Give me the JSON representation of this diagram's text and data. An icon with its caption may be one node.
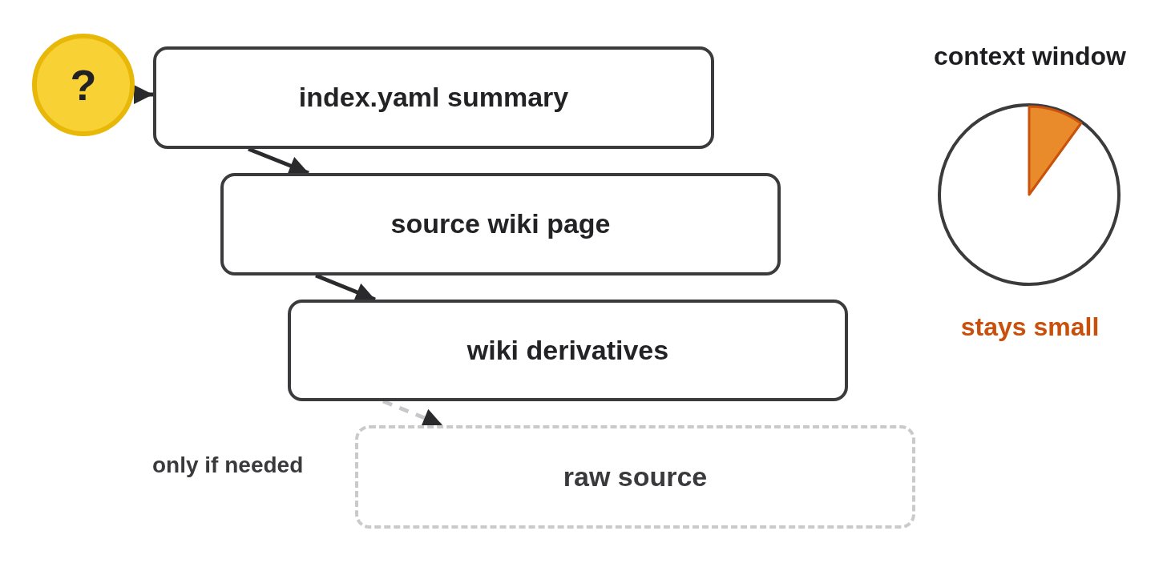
{
  "diagram": {
    "nodes": [
      {
        "text": [
          "?"
        ]
      },
      {
        "text": [
          "index.yaml summary"
        ]
      },
      {
        "text": [
          "source wiki page"
        ]
      },
      {
        "text": [
          "wiki derivatives"
        ]
      },
      {
        "text": [
          "raw source"
        ]
      },
      {
        "text": [
          "context window"
        ],
        "beside": [
          "stays small"
        ]
      }
    ],
    "edges": [
      {
        "from": 0,
        "to": 1,
        "arrow": "to"
      },
      {
        "from": 1,
        "to": 2,
        "arrow": "to"
      },
      {
        "from": 2,
        "to": 3,
        "arrow": "to"
      },
      {
        "from": 3,
        "to": 4,
        "arrow": "to",
        "style": "dashed",
        "color": "#c8c8cc"
      }
    ],
    "labels": [
      "only if needed"
    ]
  }
}
